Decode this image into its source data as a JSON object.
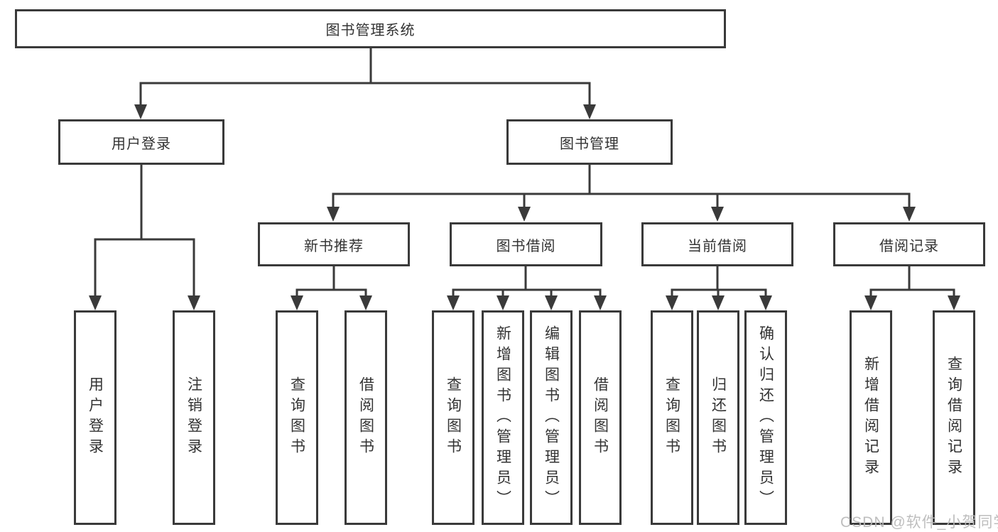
{
  "colors": {
    "line": "#3a3a3a",
    "text": "#333333",
    "box_background": "#ffffff",
    "watermark": "#b9b9b9"
  },
  "root": {
    "label": "图书管理系统"
  },
  "level2": [
    {
      "label": "用户登录"
    },
    {
      "label": "图书管理"
    }
  ],
  "level3": [
    {
      "label": "新书推荐"
    },
    {
      "label": "图书借阅"
    },
    {
      "label": "当前借阅"
    },
    {
      "label": "借阅记录"
    }
  ],
  "leaves": {
    "user_login": [
      {
        "label": "用户登录"
      },
      {
        "label": "注销登录"
      }
    ],
    "new_book_recommend": [
      {
        "label": "查询图书"
      },
      {
        "label": "借阅图书"
      }
    ],
    "book_borrow": [
      {
        "label": "查询图书"
      },
      {
        "label": "新增图书（管理员）"
      },
      {
        "label": "编辑图书（管理员）"
      },
      {
        "label": "借阅图书"
      }
    ],
    "current_borrow": [
      {
        "label": "查询图书"
      },
      {
        "label": "归还图书"
      },
      {
        "label": "确认归还（管理员）"
      }
    ],
    "borrow_record": [
      {
        "label": "新增借阅记录"
      },
      {
        "label": "查询借阅记录"
      }
    ]
  },
  "watermark": {
    "text": "CSDN @软件_小贺同学"
  }
}
